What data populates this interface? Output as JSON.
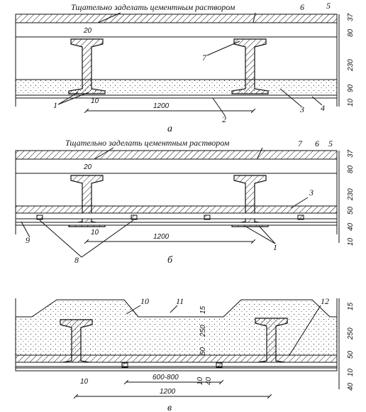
{
  "note_text": "Тщательно заделать цементным раствором",
  "panels": [
    {
      "caption": "а",
      "callouts": [
        "1",
        "2",
        "3",
        "4",
        "5",
        "6",
        "7"
      ],
      "horizontal_dims": [
        "20",
        "10",
        "1200"
      ],
      "vertical_dims": [
        "37",
        "80",
        "230",
        "90",
        "10"
      ]
    },
    {
      "caption": "б",
      "callouts": [
        "1",
        "3",
        "5",
        "6",
        "7",
        "8",
        "9"
      ],
      "horizontal_dims": [
        "20",
        "10",
        "1200"
      ],
      "vertical_dims": [
        "37",
        "80",
        "230",
        "50",
        "40",
        "10"
      ]
    },
    {
      "caption": "в",
      "callouts": [
        "10",
        "11",
        "12"
      ],
      "horizontal_dims": [
        "10",
        "600-800",
        "10",
        "40",
        "1200"
      ],
      "vertical_dims": [
        "15",
        "250",
        "50",
        "15",
        "250",
        "50",
        "10",
        "40"
      ]
    }
  ]
}
